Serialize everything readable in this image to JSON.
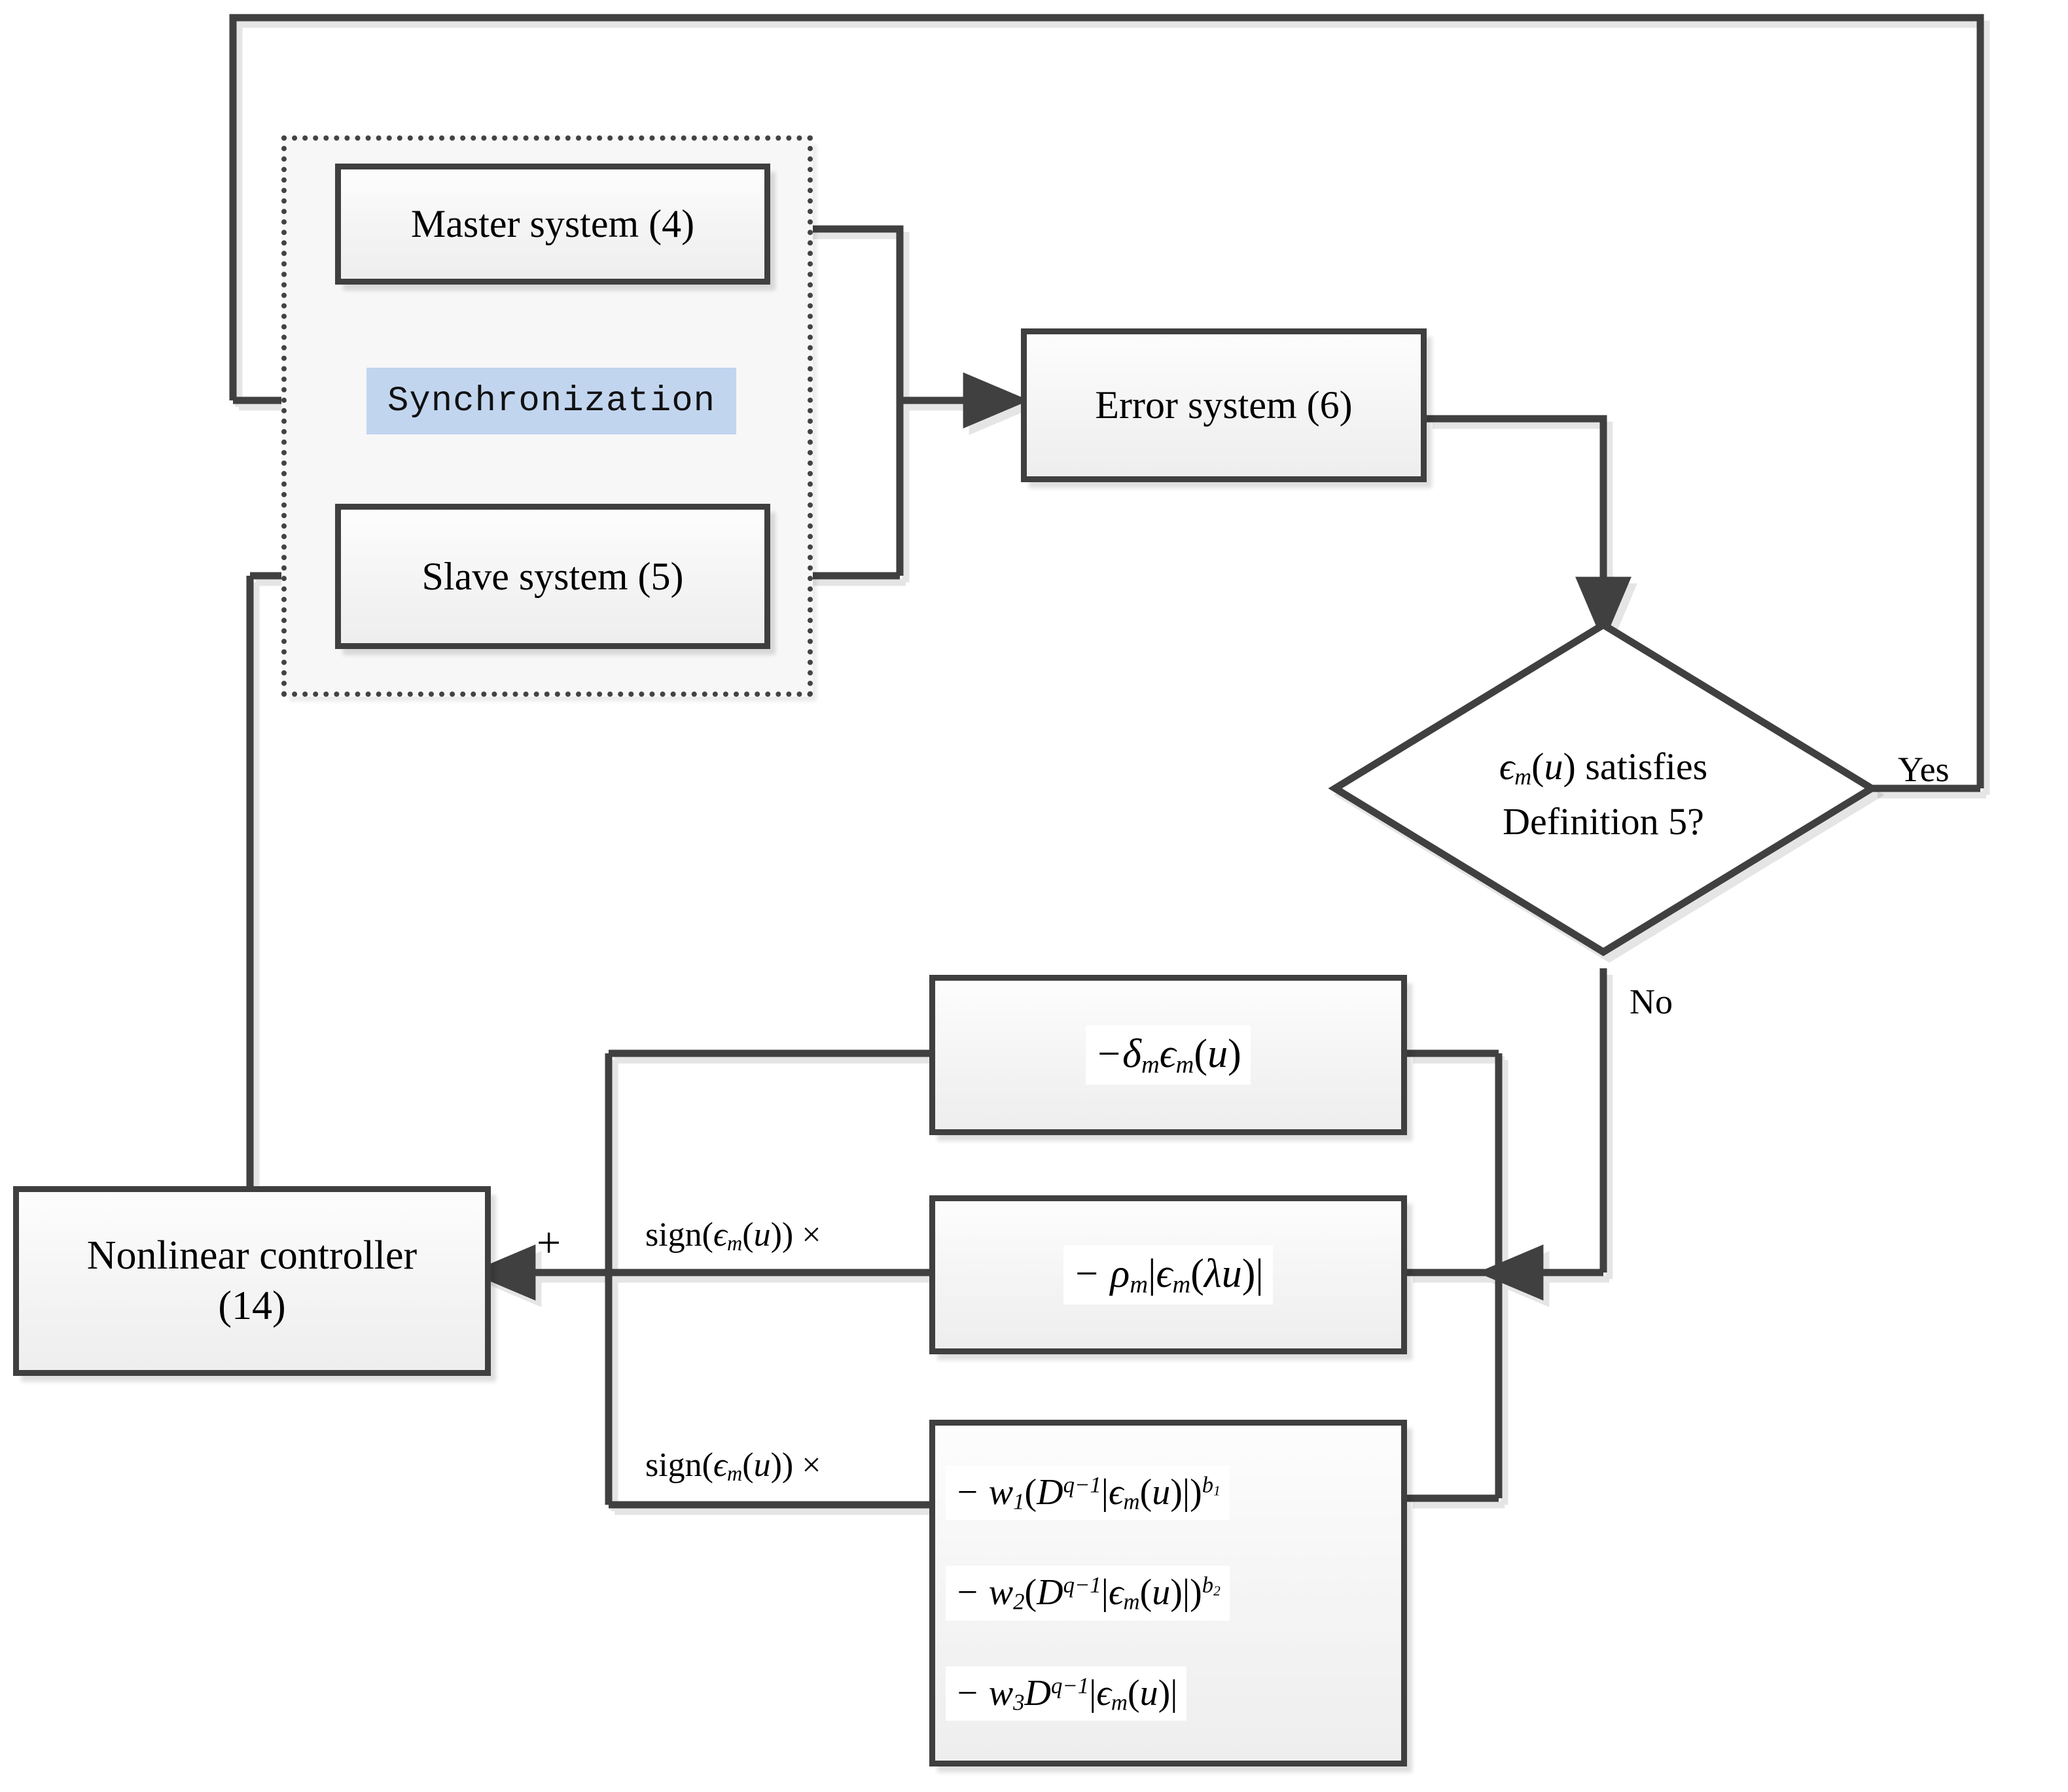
{
  "diagram": {
    "title": "Synchronization control scheme flowchart",
    "colors": {
      "line": "#3f3f3f",
      "box_fill": "#f4f4f4",
      "group_fill": "#f7f7f7",
      "highlight": "#c2d5ef",
      "text": "#000000"
    }
  },
  "blocks": {
    "master": {
      "label": "Master system (4)"
    },
    "slave": {
      "label": "Slave system (5)"
    },
    "sync": {
      "label": "Synchronization"
    },
    "error": {
      "label": "Error system (6)"
    },
    "controller": {
      "line1": "Nonlinear controller",
      "line2": "(14)"
    }
  },
  "decision": {
    "line1_prefix": "ϵ",
    "line1_sub": "m",
    "line1_suffix": "(u) satisfies",
    "line2": "Definition 5?",
    "branch_yes": "Yes",
    "branch_no": "No"
  },
  "terms": {
    "term1": {
      "text": "−δₘϵₘ(u)",
      "parts": {
        "minus": "−",
        "delta": "δ",
        "sub1": "m",
        "eps": "ϵ",
        "sub2": "m",
        "arg": "(u)"
      }
    },
    "term2": {
      "gain_label": "sign(ϵₘ(u)) ×",
      "text": "− ρₘ|ϵₘ(λu)|",
      "parts": {
        "minus": "−",
        "rho": "ρ",
        "sub1": "m",
        "barL": "|",
        "eps": "ϵ",
        "sub2": "m",
        "arg": "(λu)",
        "barR": "|"
      }
    },
    "term3": {
      "gain_label": "sign(ϵₘ(u)) ×",
      "lines": [
        "− w₁(D^{q−1}|ϵₘ(u)|)^{b₁}",
        "− w₂(D^{q−1}|ϵₘ(u)|)^{b₂}",
        "− w₃D^{q−1}|ϵₘ(u)|"
      ]
    }
  },
  "operators": {
    "sum_plus": "+"
  }
}
